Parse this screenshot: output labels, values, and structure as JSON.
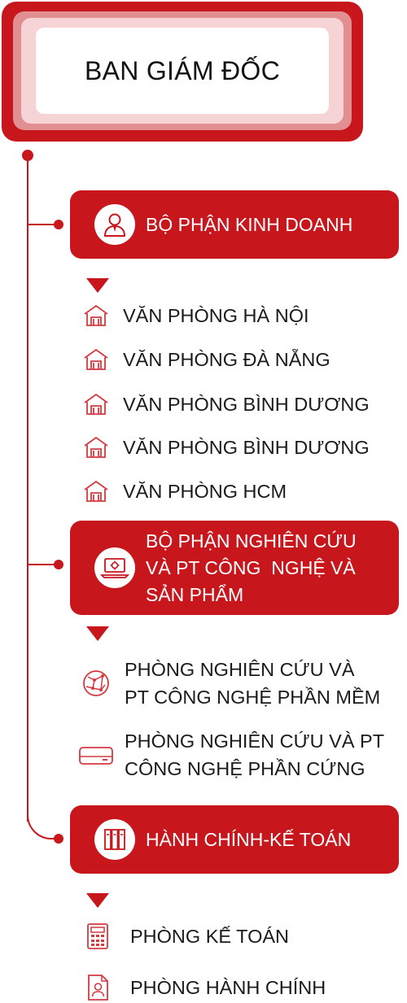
{
  "header": {
    "title": "BAN GIÁM ĐỐC"
  },
  "departments": [
    {
      "label": "BỘ PHẬN KINH DOANH",
      "icon": "business-person-icon",
      "items": [
        {
          "label": "VĂN PHÒNG HÀ NỘI",
          "icon": "office-building-icon"
        },
        {
          "label": "VĂN PHÒNG ĐÀ NẴNG",
          "icon": "office-building-icon"
        },
        {
          "label": "VĂN PHÒNG BÌNH DƯƠNG",
          "icon": "office-building-icon"
        },
        {
          "label": "VĂN PHÒNG BÌNH DƯƠNG",
          "icon": "office-building-icon"
        },
        {
          "label": "VĂN PHÒNG HCM",
          "icon": "office-building-icon"
        }
      ]
    },
    {
      "label_lines": [
        "BỘ PHẬN NGHIÊN CỨU",
        "VÀ PT CÔNG  NGHỆ VÀ",
        "SẢN PHẨM"
      ],
      "icon": "laptop-gear-icon",
      "items": [
        {
          "lines": [
            "PHÒNG NGHIÊN CỨU VÀ",
            "PT CÔNG NGHỆ PHẦN MỀM"
          ],
          "icon": "network-globe-icon"
        },
        {
          "lines": [
            "PHÒNG NGHIÊN CỨU VÀ PT",
            "CÔNG NGHỆ PHẦN CỨNG"
          ],
          "icon": "hardware-device-icon"
        }
      ]
    },
    {
      "label": "HÀNH CHÍNH-KẾ TOÁN",
      "icon": "binders-icon",
      "items": [
        {
          "label": "PHÒNG KẾ TOÁN",
          "icon": "calculator-icon"
        },
        {
          "label": "PHÒNG HÀNH CHÍNH",
          "icon": "document-person-icon"
        }
      ]
    }
  ],
  "colors": {
    "accent": "#c8161d",
    "text": "#1a1a1a",
    "background": "#ffffff"
  }
}
